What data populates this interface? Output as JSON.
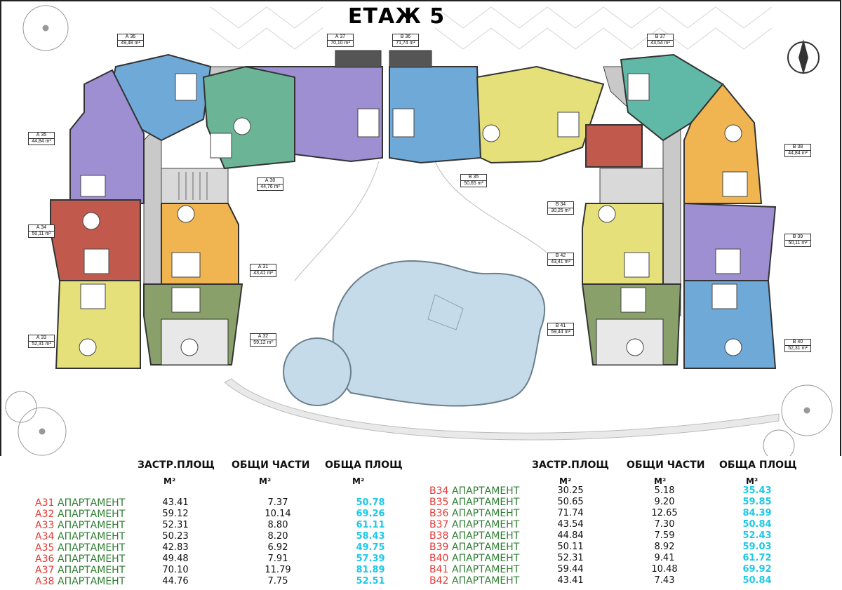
{
  "title": "ЕТАЖ 5",
  "colors": {
    "blue": "#6fa9d8",
    "purple": "#9d8fd1",
    "green": "#6bb596",
    "teal": "#5fb9a6",
    "red": "#c15a4d",
    "orange": "#f0b450",
    "yellow": "#e5e07a",
    "olive": "#8aa06a",
    "corridor": "#c9c9c9",
    "pool": "#c5dbe9",
    "code": "#e53935",
    "label": "#2e7d32",
    "total": "#1ec8e6"
  },
  "plan_tags": [
    {
      "name": "А 36",
      "area": "49,48 m²"
    },
    {
      "name": "А 37",
      "area": "70,10 m²"
    },
    {
      "name": "В 36",
      "area": "71,74 m²"
    },
    {
      "name": "В 37",
      "area": "43,54 m²"
    },
    {
      "name": "А 35",
      "area": "44,84 m²"
    },
    {
      "name": "В 38",
      "area": "44,84 m²"
    },
    {
      "name": "А 38",
      "area": "44,76 m²"
    },
    {
      "name": "В 35",
      "area": "50,65 m²"
    },
    {
      "name": "В 34",
      "area": "30,25 m²"
    },
    {
      "name": "А 34",
      "area": "50,11 m²"
    },
    {
      "name": "В 39",
      "area": "50,11 m²"
    },
    {
      "name": "А 31",
      "area": "43,41 m²"
    },
    {
      "name": "В 42",
      "area": "43,41 m²"
    },
    {
      "name": "В 41",
      "area": "59,44 m²"
    },
    {
      "name": "А 33",
      "area": "52,31 m²"
    },
    {
      "name": "А 32",
      "area": "59,12 m²"
    },
    {
      "name": "В 40",
      "area": "52,31 m²"
    }
  ],
  "table_headers": [
    "ЗАСТР.ПЛОЩ",
    "ОБЩИ ЧАСТИ",
    "ОБЩА ПЛОЩ"
  ],
  "unit": "М²",
  "left_rows": [
    {
      "code": "А31",
      "label": "АПАРТАМЕНТ",
      "built": "43.41",
      "common": "7.37",
      "total": "50.78"
    },
    {
      "code": "А32",
      "label": "АПАРТАМЕНТ",
      "built": "59.12",
      "common": "10.14",
      "total": "69.26"
    },
    {
      "code": "А33",
      "label": "АПАРТАМЕНТ",
      "built": "52.31",
      "common": "8.80",
      "total": "61.11"
    },
    {
      "code": "А34",
      "label": "АПАРТАМЕНТ",
      "built": "50.23",
      "common": "8.20",
      "total": "58.43"
    },
    {
      "code": "А35",
      "label": "АПАРТАМЕНТ",
      "built": "42.83",
      "common": "6.92",
      "total": "49.75"
    },
    {
      "code": "А36",
      "label": "АПАРТАМЕНТ",
      "built": "49.48",
      "common": "7.91",
      "total": "57.39"
    },
    {
      "code": "А37",
      "label": "АПАРТАМЕНТ",
      "built": "70.10",
      "common": "11.79",
      "total": "81.89"
    },
    {
      "code": "А38",
      "label": "АПАРТАМЕНТ",
      "built": "44.76",
      "common": "7.75",
      "total": "52.51"
    }
  ],
  "right_rows": [
    {
      "code": "В34",
      "label": "АПАРТАМЕНТ",
      "built": "30.25",
      "common": "5.18",
      "total": "35.43"
    },
    {
      "code": "В35",
      "label": "АПАРТАМЕНТ",
      "built": "50.65",
      "common": "9.20",
      "total": "59.85"
    },
    {
      "code": "В36",
      "label": "АПАРТАМЕНТ",
      "built": "71.74",
      "common": "12.65",
      "total": "84.39"
    },
    {
      "code": "В37",
      "label": "АПАРТАМЕНТ",
      "built": "43.54",
      "common": "7.30",
      "total": "50.84"
    },
    {
      "code": "В38",
      "label": "АПАРТАМЕНТ",
      "built": "44.84",
      "common": "7.59",
      "total": "52.43"
    },
    {
      "code": "В39",
      "label": "АПАРТАМЕНТ",
      "built": "50.11",
      "common": "8.92",
      "total": "59.03"
    },
    {
      "code": "В40",
      "label": "АПАРТАМЕНТ",
      "built": "52.31",
      "common": "9.41",
      "total": "61.72"
    },
    {
      "code": "В41",
      "label": "АПАРТАМЕНТ",
      "built": "59.44",
      "common": "10.48",
      "total": "69.92"
    },
    {
      "code": "В42",
      "label": "АПАРТАМЕНТ",
      "built": "43.41",
      "common": "7.43",
      "total": "50.84"
    }
  ]
}
